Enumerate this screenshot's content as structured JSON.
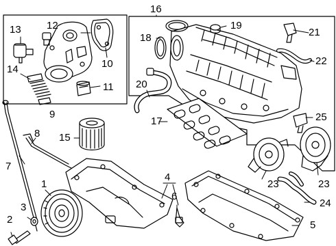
{
  "diagram": {
    "colors": {
      "ink": "#000000",
      "paper": "#ffffff",
      "box_stroke": "#000000"
    },
    "callouts": {
      "c1": "1",
      "c2": "2",
      "c3": "3",
      "c4": "4",
      "c5": "5",
      "c6": "6",
      "c7": "7",
      "c8": "8",
      "c9": "9",
      "c10": "10",
      "c11": "11",
      "c12": "12",
      "c13": "13",
      "c14": "14",
      "c15": "15",
      "c16": "16",
      "c17": "17",
      "c18": "18",
      "c19": "19",
      "c20": "20",
      "c21": "21",
      "c22": "22",
      "c23a": "23",
      "c23b": "23",
      "c24": "24",
      "c25": "25"
    }
  }
}
